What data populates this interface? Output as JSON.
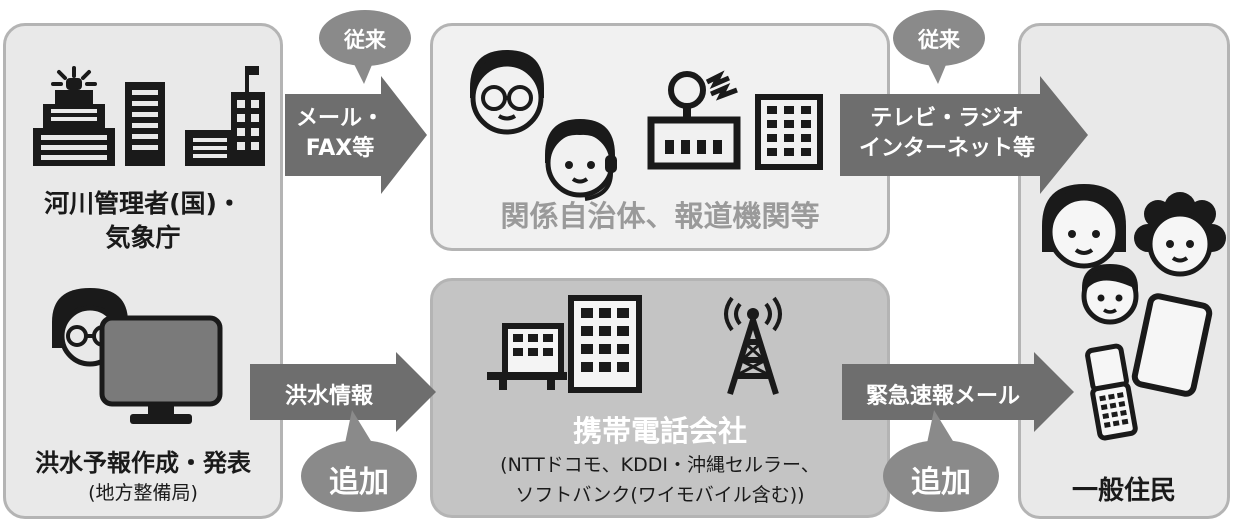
{
  "left_panel": {
    "agency_label_line1": "河川管理者(国)・",
    "agency_label_line2": "気象庁",
    "forecast_label": "洪水予報作成・発表",
    "forecast_sub": "(地方整備局)"
  },
  "top_flow": {
    "bubble_label": "従来",
    "arrow1_line1": "メール・",
    "arrow1_line2": "FAX等",
    "middle_label": "関係自治体、報道機関等",
    "bubble2_label": "従来",
    "arrow2_line1": "テレビ・ラジオ",
    "arrow2_line2": "インターネット等"
  },
  "bottom_flow": {
    "arrow1_label": "洪水情報",
    "bubble_label": "追加",
    "middle_title": "携帯電話会社",
    "middle_sub1": "(NTTドコモ、KDDI・沖縄セルラー、",
    "middle_sub2": "ソフトバンク(ワイモバイル含む))",
    "arrow2_label": "緊急速報メール",
    "bubble2_label": "追加"
  },
  "right_panel": {
    "residents_label": "一般住民"
  },
  "colors": {
    "panel_bg": "#e9e9e9",
    "panel_top_bg": "#f1f1f1",
    "panel_border": "#b4b4b4",
    "arrow": "#6e6e6e",
    "bubble": "#8a8a8a",
    "icon_dark": "#1a1a1a",
    "faded_text": "#9a9a9a",
    "monitor": "#7a7a7a"
  }
}
